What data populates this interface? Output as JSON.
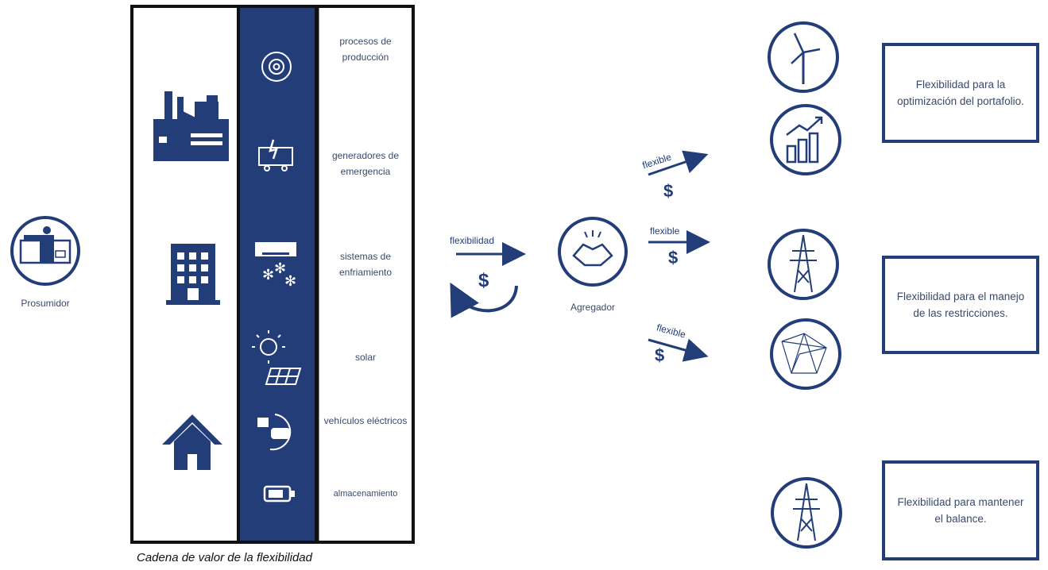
{
  "prosumer": {
    "label": "Prosumidor"
  },
  "value_chain": {
    "caption": "Cadena de valor de la flexibilidad",
    "items": [
      {
        "label": "procesos de producción",
        "icon": "gear-cycle-icon"
      },
      {
        "label": "generadores de emergencia",
        "icon": "generator-icon"
      },
      {
        "label": "sistemas de enfriamiento",
        "icon": "air-conditioner-icon"
      },
      {
        "label": "solar",
        "icon": "solar-panel-icon"
      },
      {
        "label": "vehículos eléctricos",
        "icon": "electric-car-icon"
      },
      {
        "label": "almacenamiento",
        "icon": "battery-icon"
      }
    ],
    "building_icons": [
      "factory-icon",
      "office-building-icon",
      "house-icon"
    ]
  },
  "exchange": {
    "label": "flexibilidad",
    "currency": "$"
  },
  "aggregator": {
    "label": "Agregador",
    "icon": "handshake-icon"
  },
  "outputs": [
    {
      "label": "flexible",
      "currency": "$"
    },
    {
      "label": "flexible",
      "currency": "$"
    },
    {
      "label": "flexible",
      "currency": "$"
    }
  ],
  "right_icons": [
    "wind-turbine-icon",
    "growth-chart-icon",
    "transmission-tower-icon",
    "network-mesh-icon",
    "transmission-tower-icon"
  ],
  "benefits": [
    {
      "text": "Flexibilidad para la optimización del portafolio."
    },
    {
      "text": "Flexibilidad para el manejo de las restricciones."
    },
    {
      "text": "Flexibilidad para mantener el balance."
    }
  ],
  "colors": {
    "primary": "#223d78",
    "text": "#3a4a6a",
    "border": "#111111"
  }
}
